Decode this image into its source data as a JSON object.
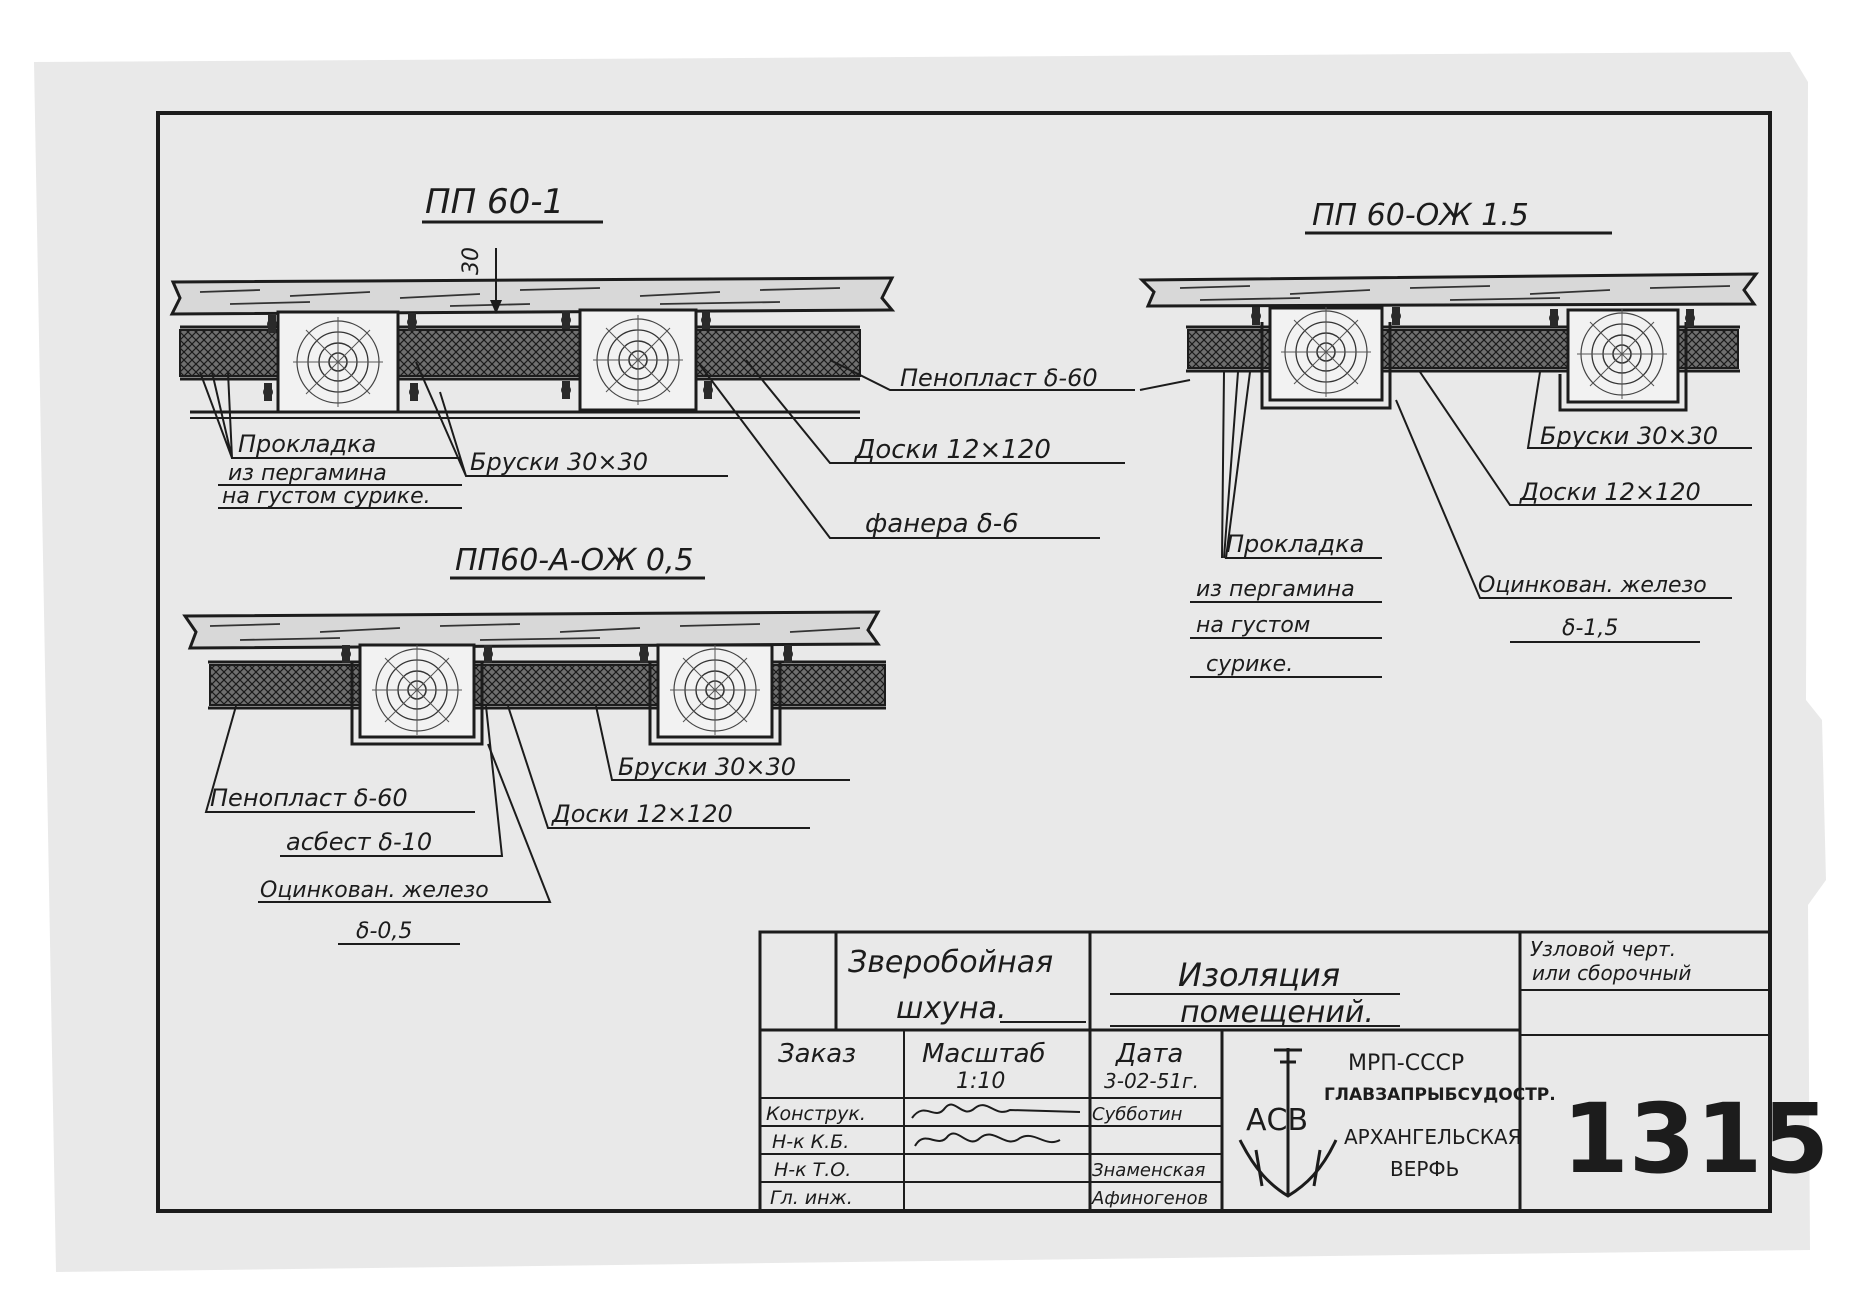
{
  "sections": {
    "pp60_1": {
      "title": "ПП 60-1",
      "dim": "30",
      "labels": {
        "penoplast": "Пенопласт δ-60",
        "doski": "Доски 12×120",
        "fanera": "фанера δ-6",
        "bruski": "Бруски 30×30",
        "prokladka_1": "Прокладка",
        "prokladka_2": "из пергамина",
        "prokladka_3": "на густом сурике."
      }
    },
    "pp60_ozh": {
      "title": "ПП 60-ОЖ 1.5",
      "labels": {
        "bruski": "Бруски 30×30",
        "doski": "Доски 12×120",
        "zhelezo_1": "Оцинкован. железо",
        "zhelezo_2": "δ-1,5",
        "prokladka_1": "Прокладка",
        "prokladka_2": "из пергамина",
        "prokladka_3": "на густом",
        "prokladka_4": "сурике."
      }
    },
    "pp60_a": {
      "title": "ПП60-А-ОЖ 0,5",
      "labels": {
        "bruski": "Бруски 30×30",
        "doski": "Доски 12×120",
        "penoplast": "Пенопласт δ-60",
        "asbest": "асбест δ-10",
        "zhelezo_1": "Оцинкован. железо",
        "zhelezo_2": "δ-0,5"
      }
    }
  },
  "title_block": {
    "vessel_1": "Зверобойная",
    "vessel_2": "шхуна.",
    "subject_1": "Изоляция",
    "subject_2": "помещений.",
    "type_1": "Узловой черт.",
    "type_2": "или сборочный",
    "order_label": "Заказ",
    "scale_label": "Масштаб",
    "scale_value": "1:10",
    "date_label": "Дата",
    "date_value": "3-02-51г.",
    "roles": [
      "Конструк.",
      "Н-к К.Б.",
      "Н-к Т.О.",
      "Гл. инж."
    ],
    "names": [
      "Субботин",
      "",
      "Знаменская",
      "Афиногенов"
    ],
    "org_1": "МРП-СССР",
    "org_2": "ГЛАВЗАПРЫБСУДОСТР.",
    "org_3": "АРХАНГЕЛЬСКАЯ",
    "org_4": "ВЕРФЬ",
    "logo_text": "АСВ",
    "drawing_number": "1315"
  }
}
